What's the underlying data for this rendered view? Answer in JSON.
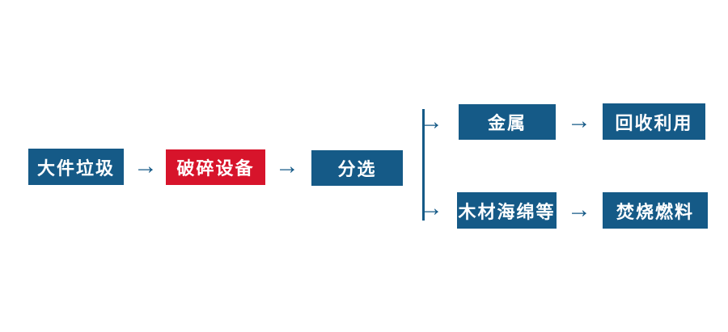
{
  "diagram": {
    "type": "flowchart",
    "arrow_glyph": "→",
    "colors": {
      "node_blue": "#155A87",
      "node_red": "#D7142B",
      "connector_blue": "#155A87",
      "label_text": "#FFFFFF",
      "background": "#FFFFFF"
    },
    "nodes": [
      {
        "id": "bulky-waste",
        "label": "大件垃圾",
        "variant": "blue"
      },
      {
        "id": "crushing-equipment",
        "label": "破碎设备",
        "variant": "red"
      },
      {
        "id": "sorting",
        "label": "分选",
        "variant": "blue"
      },
      {
        "id": "metal",
        "label": "金属",
        "variant": "blue"
      },
      {
        "id": "recycling",
        "label": "回收利用",
        "variant": "blue"
      },
      {
        "id": "wood-sponge-etc",
        "label": "木材海绵等",
        "variant": "blue"
      },
      {
        "id": "incineration-fuel",
        "label": "焚烧燃料",
        "variant": "blue"
      }
    ],
    "edges": [
      {
        "from": "bulky-waste",
        "to": "crushing-equipment"
      },
      {
        "from": "crushing-equipment",
        "to": "sorting"
      },
      {
        "from": "sorting",
        "to": "metal"
      },
      {
        "from": "sorting",
        "to": "wood-sponge-etc"
      },
      {
        "from": "metal",
        "to": "recycling"
      },
      {
        "from": "wood-sponge-etc",
        "to": "incineration-fuel"
      }
    ]
  }
}
